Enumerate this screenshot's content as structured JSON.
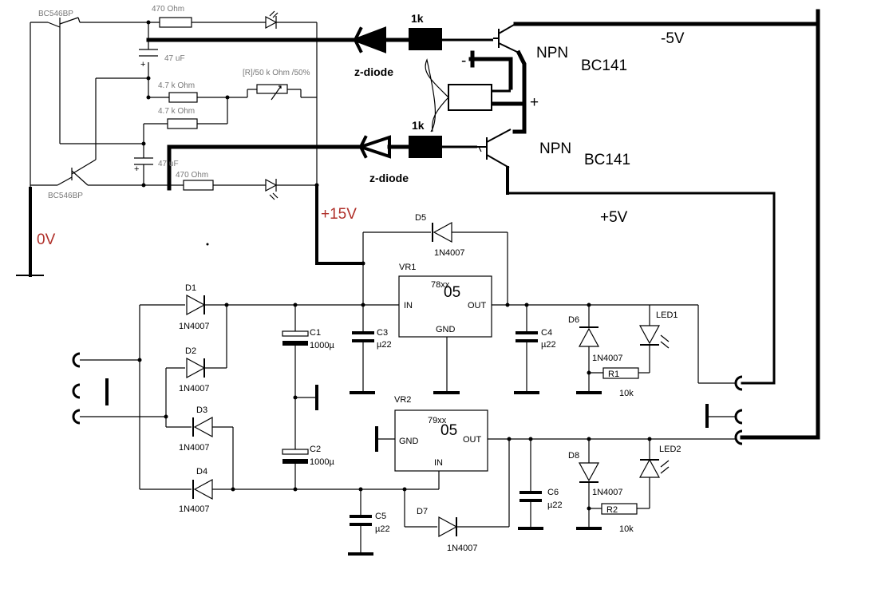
{
  "labels": {
    "q_top": "BC546BP",
    "q_bot": "BC546BP",
    "r_top": "470  Ohm",
    "r_bot": "470  Ohm",
    "c_top": "47 uF",
    "c_bot": "47 uF",
    "r47a": "4.7 k Ohm",
    "r47b": "4.7 k Ohm",
    "pot": "[R]/50 k Ohm /50%",
    "zd1": "z-diode",
    "zd2": "z-diode",
    "k1a": "1k",
    "k1b": "1k",
    "npn1": "NPN",
    "npn2": "NPN",
    "bc1": "BC141",
    "bc2": "BC141",
    "minus5": "-5V",
    "plus5": "+5V",
    "plus15": "+15V",
    "zero": "0V",
    "minus": "-",
    "plus": "+",
    "d1": "D1",
    "d2": "D2",
    "d3": "D3",
    "d4": "D4",
    "d5": "D5",
    "d6": "D6",
    "d7": "D7",
    "d8": "D8",
    "n4007": "1N4007",
    "c1": "C1",
    "c2": "C2",
    "c3": "C3",
    "c4": "C4",
    "c5": "C5",
    "c6": "C6",
    "v1000": "1000µ",
    "u22": "µ22",
    "vr1": "VR1",
    "vr2": "VR2",
    "v78": "78xx",
    "v79": "79xx",
    "v05": "05",
    "in": "IN",
    "out": "OUT",
    "gnd": "GND",
    "r1": "R1",
    "r2": "R2",
    "r10k": "10k",
    "led1": "LED1",
    "led2": "LED2"
  }
}
